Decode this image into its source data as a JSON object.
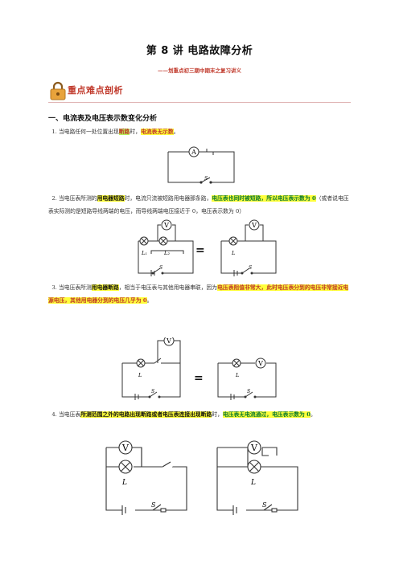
{
  "header": {
    "title": "第 8 讲  电路故障分析",
    "subtitle": "——划重点初三期中期末之复习讲义",
    "badge": "重点难点剖析"
  },
  "section": {
    "title": "一、电流表及电压表示数变化分析"
  },
  "items": [
    {
      "num": "1.",
      "pre": "当电路任何一处位置出现",
      "hl1": "断路",
      "mid": "时，",
      "hl2": "电流表无示数",
      "post": "。"
    },
    {
      "num": "2.",
      "pre": "当电压表所测的",
      "hl1": "用电器短路",
      "mid": "时，电流只流被短路用电器那条路，",
      "hl2": "电压表也同时被短路，所以电压表示数为 0",
      "post": "（或者说电压表实际测的是短路导线两端的电压，而导线两端电压接近于 0，电压表示数为 0）"
    },
    {
      "num": "3.",
      "pre": "当电压表所测",
      "hl1": "用电器断路",
      "mid": "，相当于电压表与其他用电器串联，因为",
      "hl2": "电压表阻值非常大，此时电压表分到的电压非常接近电源电压，其他用电器分到的电压几乎为 0",
      "post": "。"
    },
    {
      "num": "4.",
      "pre": "当电压表",
      "hl1": "所测范围之外的电路出现断路或者电压表连接出现断路",
      "mid": "时，",
      "hl2": "电压表无电流通过，电压表示数为 0",
      "post": "。"
    }
  ],
  "labels": {
    "ammeter": "A",
    "voltmeter": "V",
    "switch": "S",
    "lamp": "L",
    "lamp1": "L₁",
    "lamp2": "L₂",
    "equals": "="
  }
}
